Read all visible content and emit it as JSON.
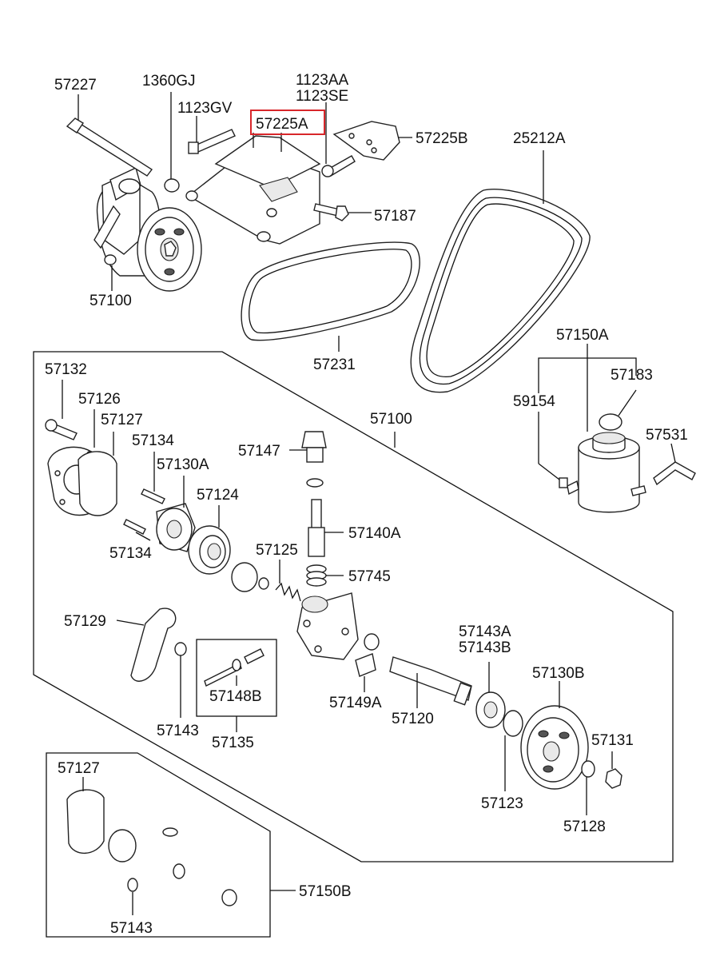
{
  "highlight_color": "#d8262a",
  "labels": {
    "p57227": "57227",
    "p1360GJ": "1360GJ",
    "p1123GV": "1123GV",
    "p1123AA": "1123AA",
    "p1123SE": "1123SE",
    "p57225A": "57225A",
    "p57225B": "57225B",
    "p25212A": "25212A",
    "p57187": "57187",
    "p57100_top": "57100",
    "p57231": "57231",
    "p57150A": "57150A",
    "p57183": "57183",
    "p59154": "59154",
    "p57531": "57531",
    "p57132": "57132",
    "p57126": "57126",
    "p57127_a": "57127",
    "p57134_a": "57134",
    "p57130A": "57130A",
    "p57124": "57124",
    "p57134_b": "57134",
    "p57100_kit": "57100",
    "p57147": "57147",
    "p57140A": "57140A",
    "p57125": "57125",
    "p57745": "57745",
    "p57129": "57129",
    "p57143A": "57143A",
    "p57143B": "57143B",
    "p57130B": "57130B",
    "p57148B": "57148B",
    "p57149A": "57149A",
    "p57143_a": "57143",
    "p57135": "57135",
    "p57120": "57120",
    "p57131": "57131",
    "p57123": "57123",
    "p57128": "57128",
    "p57127_b": "57127",
    "p57150B": "57150B",
    "p57143_b": "57143"
  }
}
